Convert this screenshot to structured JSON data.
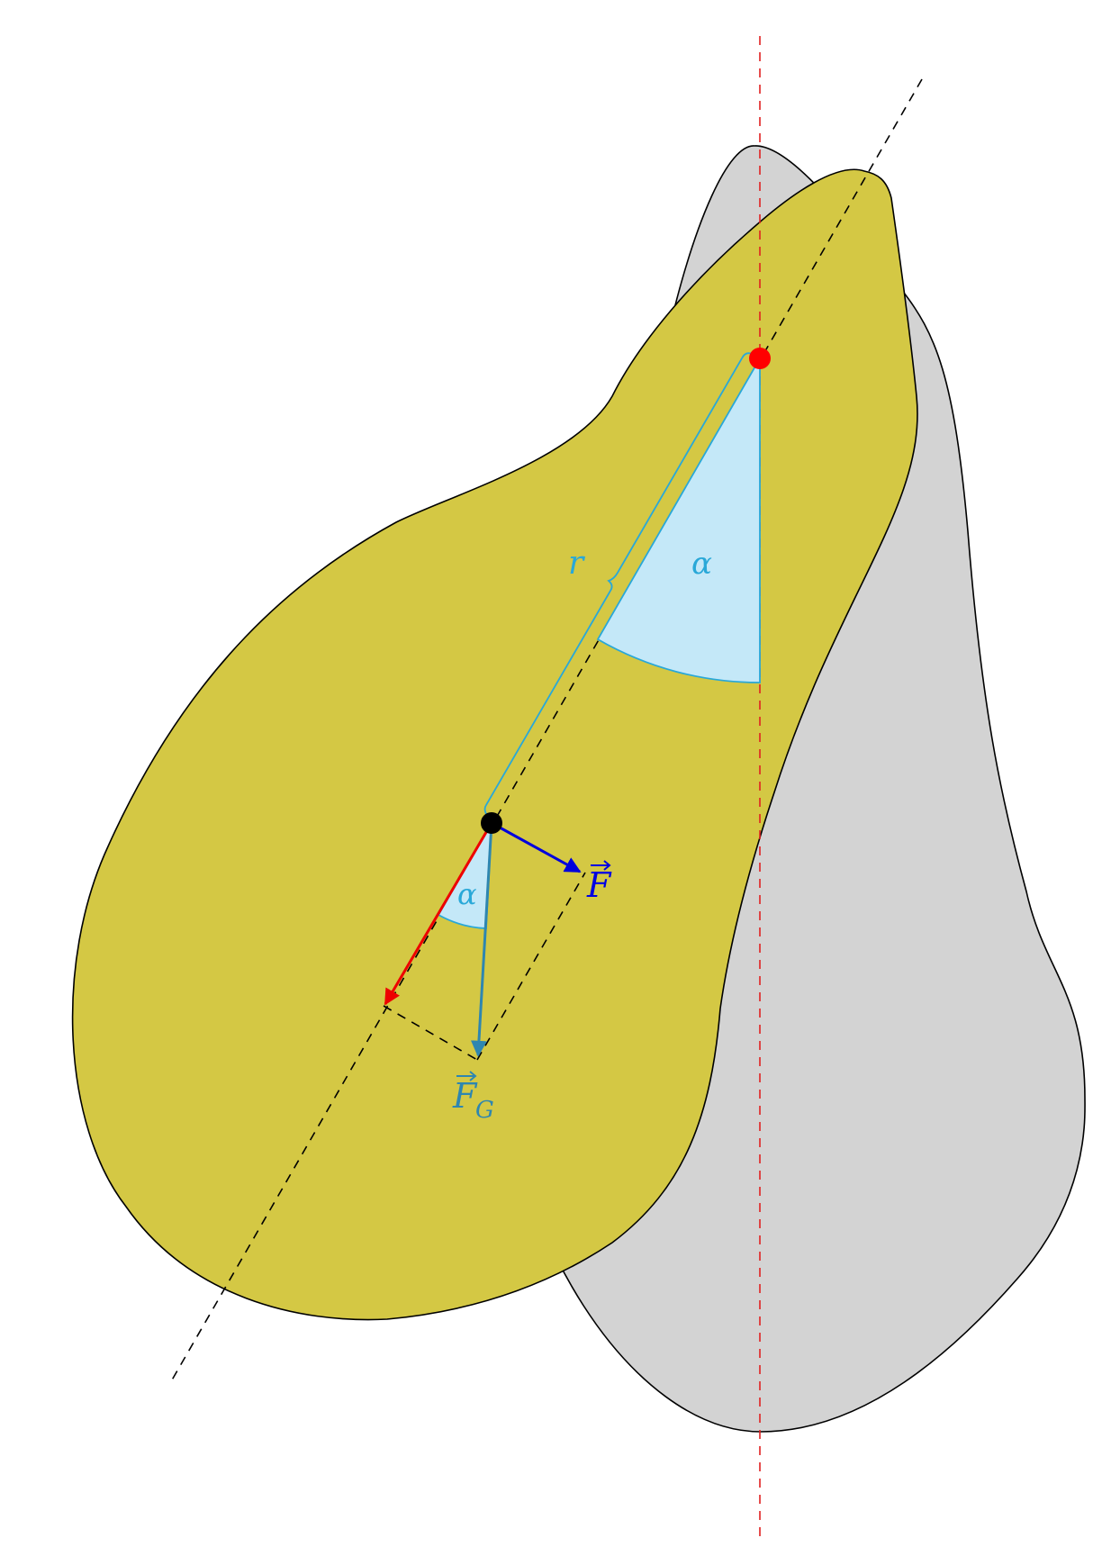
{
  "diagram": {
    "labels": {
      "radius": "r",
      "angle_top": "α",
      "angle_bottom": "α",
      "force": "F",
      "gravity_force": "F",
      "gravity_subscript": "G"
    },
    "colors": {
      "background": "#ffffff",
      "swung_pear_fill": "#d4c844",
      "rest_pear_fill": "#d3d3d3",
      "outline": "#000000",
      "pivot_point": "#ff0000",
      "center_of_mass": "#000000",
      "vertical_axis": "#e02020",
      "angle_fill": "#c4e8f8",
      "angle_stroke": "#29a8d8",
      "force_arrow": "#0000dd",
      "gravity_arrow": "#2e86b0",
      "radial_component_arrow": "#ee0000"
    }
  }
}
